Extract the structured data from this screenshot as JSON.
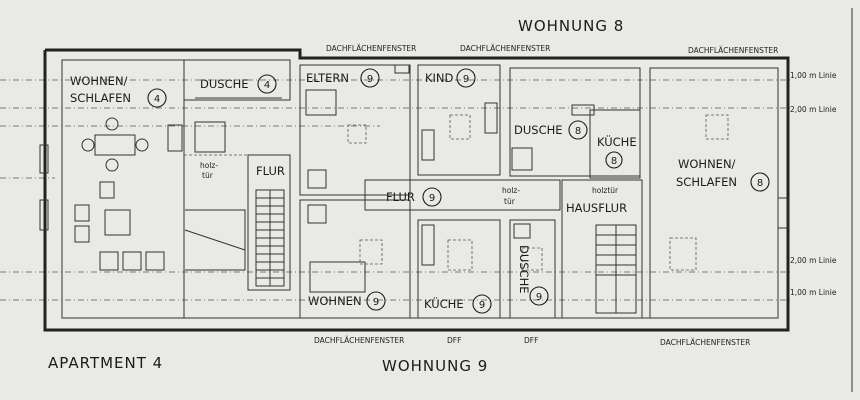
{
  "titles": {
    "top": "WOHNUNG  8",
    "bottom": "WOHNUNG  9",
    "apartment": "APARTMENT  4"
  },
  "roof_windows": {
    "top_left": "DACHFLÄCHENFENSTER",
    "top_mid": "DACHFLÄCHENFENSTER",
    "top_right": "DACHFLÄCHENFENSTER",
    "bottom_left": "DACHFLÄCHENFENSTER",
    "bottom_dff1": "DFF",
    "bottom_dff2": "DFF",
    "bottom_right": "DACHFLÄCHENFENSTER"
  },
  "height_lines": {
    "top_1": "1,00  m  Linie",
    "top_2": "2,00  m  Linie",
    "bottom_2": "2,00  m  Linie",
    "bottom_1": "1,00  m  Linie"
  },
  "rooms": {
    "wohnen_schlafen_4_line1": "WOHNEN/",
    "wohnen_schlafen_4_line2": "SCHLAFEN",
    "wohnen_schlafen_4_num": "4",
    "dusche_4": "DUSCHE",
    "dusche_4_num": "4",
    "holztuer_left_1": "holz-",
    "holztuer_left_2": "tür",
    "flur_left": "FLUR",
    "eltern": "ELTERN",
    "eltern_num": "9",
    "kind": "KIND",
    "kind_num": "9",
    "dusche_8": "DUSCHE",
    "dusche_8_num": "8",
    "kueche_8": "KÜCHE",
    "kueche_8_num": "8",
    "wohnen_schlafen_8_line1": "WOHNEN/",
    "wohnen_schlafen_8_line2": "SCHLAFEN",
    "wohnen_schlafen_8_num": "8",
    "flur_9": "FLUR",
    "flur_9_num": "9",
    "holztuer_mid_1": "holz-",
    "holztuer_mid_2": "tür",
    "holztuer_right": "holztür",
    "hausflur": "HAUSFLUR",
    "wohnen_9": "WOHNEN",
    "wohnen_9_num": "9",
    "kueche_9": "KÜCHE",
    "kueche_9_num": "9",
    "dusche_9": "DUSCHE",
    "dusche_9_num": "9"
  }
}
